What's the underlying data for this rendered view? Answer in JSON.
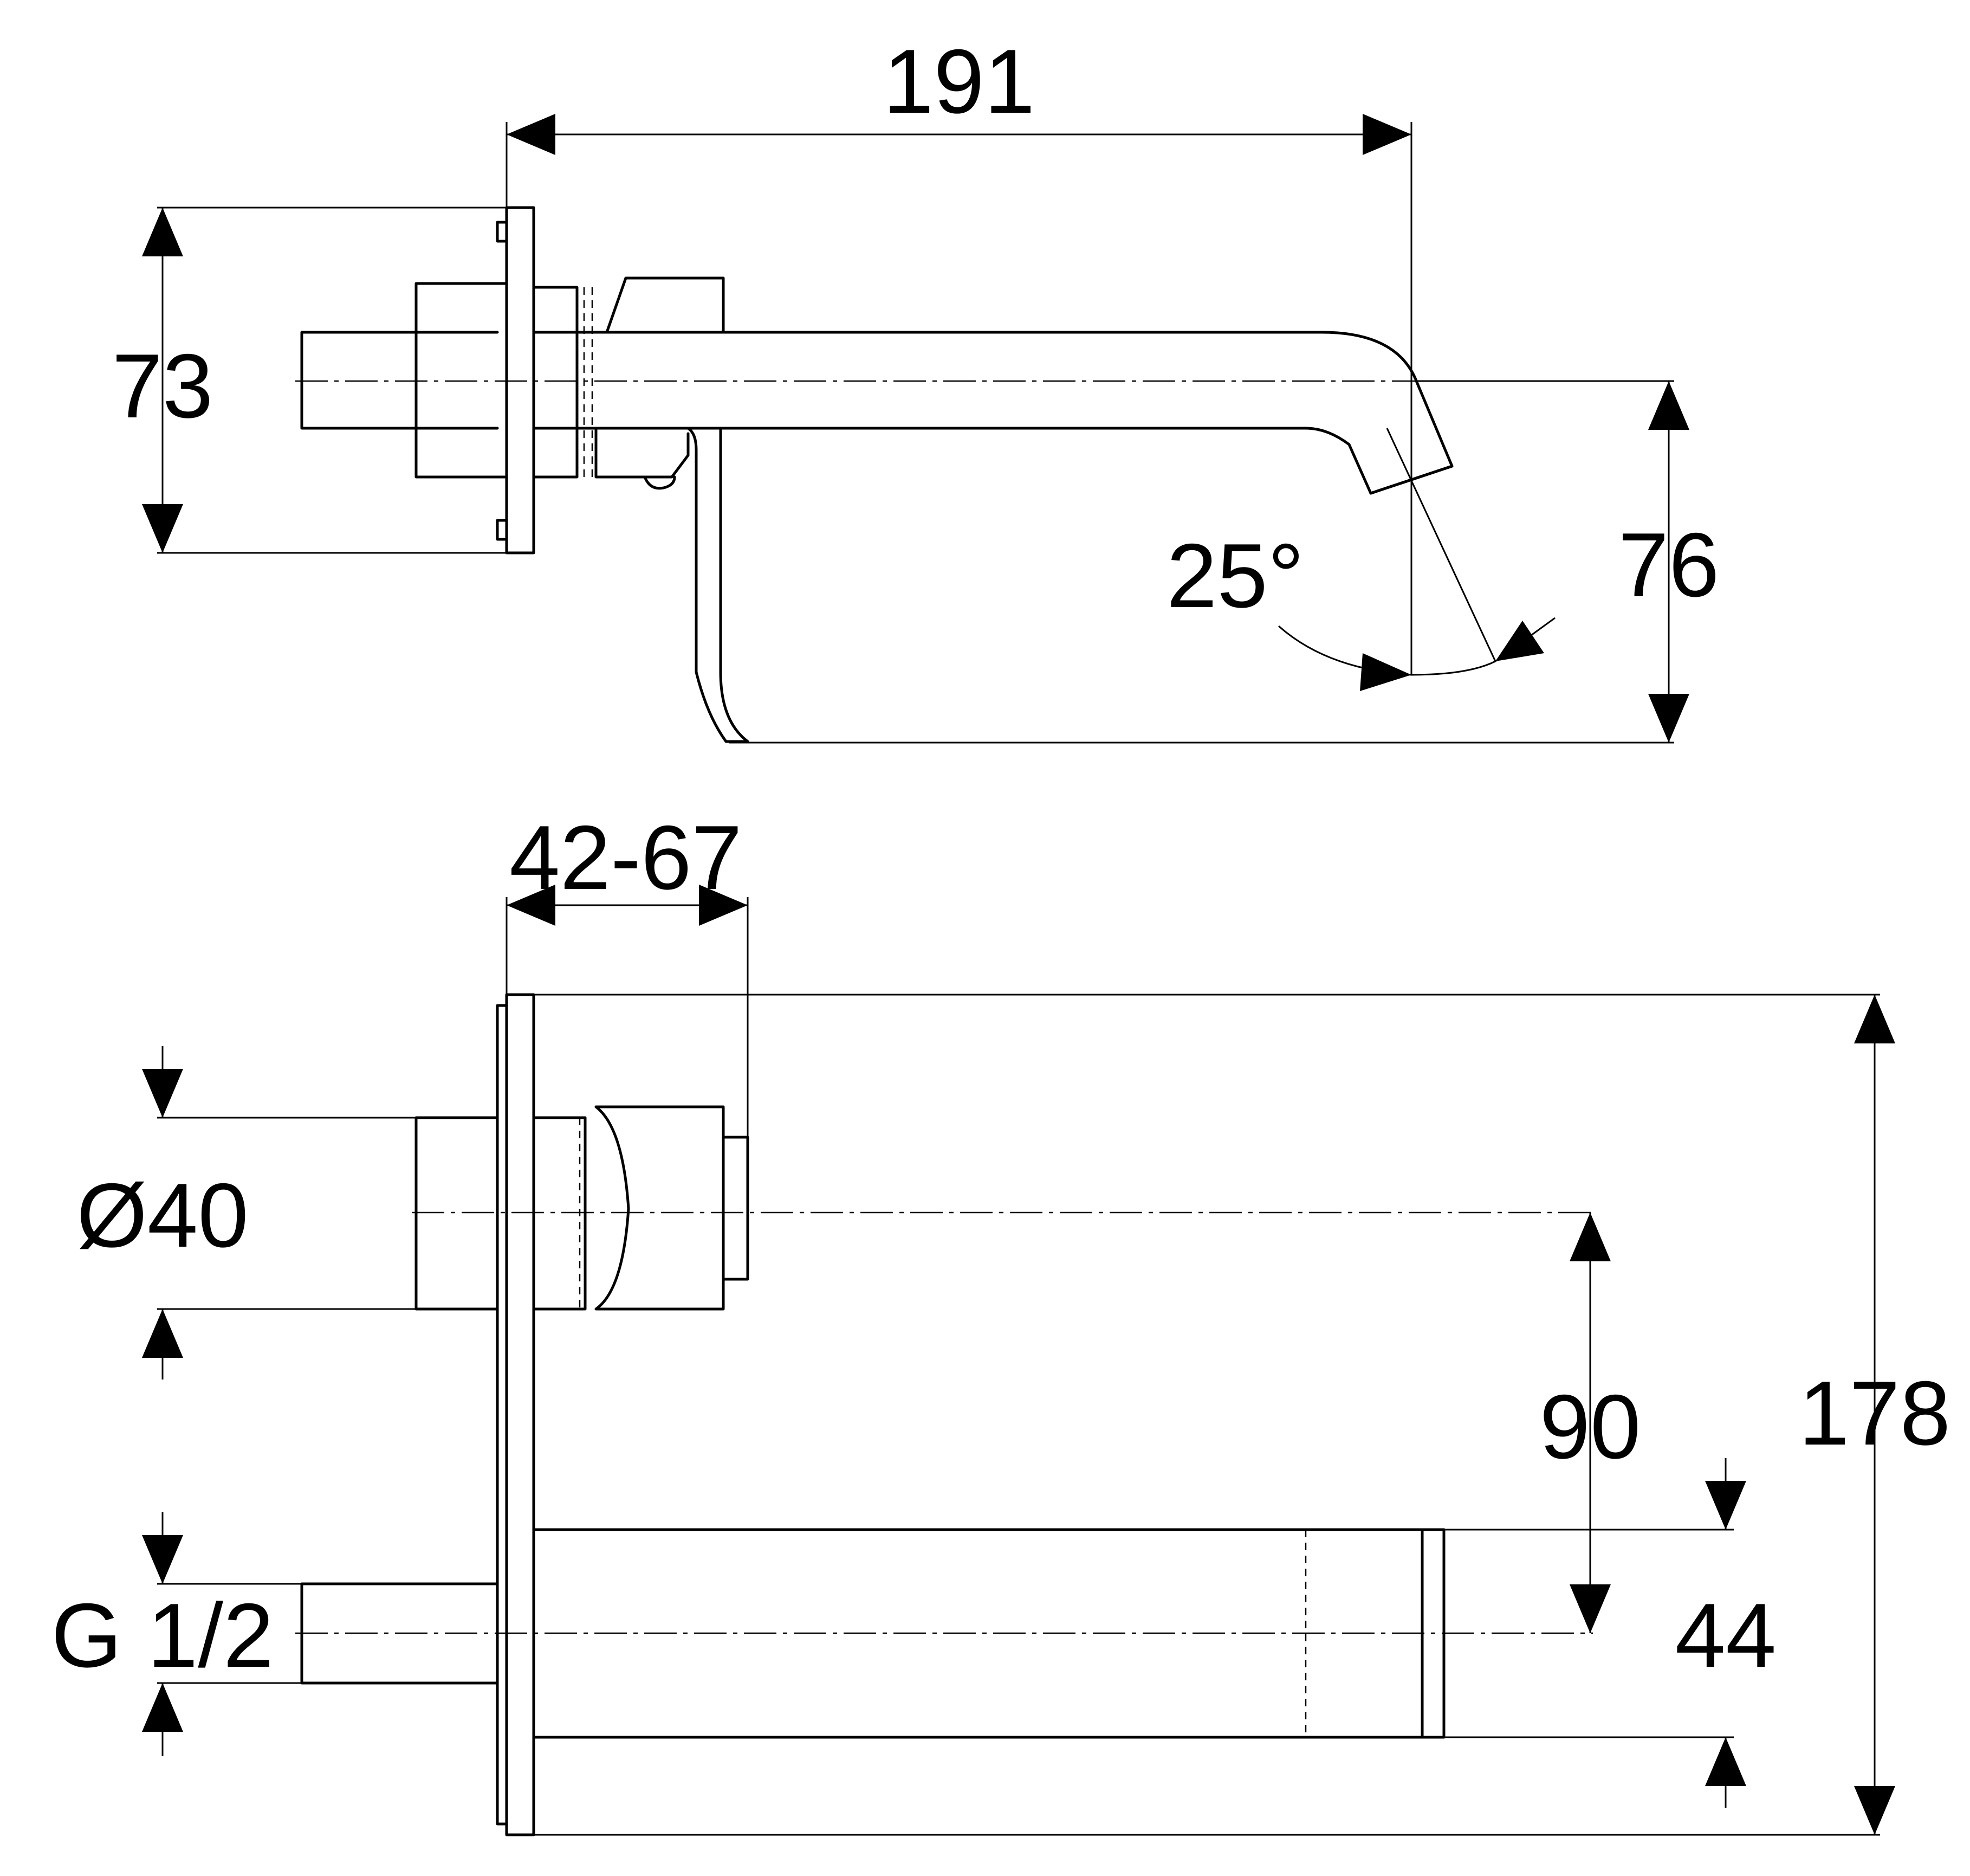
{
  "dimensions": {
    "spout_projection": "191",
    "rosette_height": "73",
    "spout_height": "76",
    "spout_angle": "25°",
    "installation_depth": "42-67",
    "cartridge_diameter": "Ø40",
    "axis_distance": "90",
    "plate_height": "178",
    "spout_outlet_height": "44",
    "connection_thread": "G 1/2"
  },
  "colors": {
    "ink": "#000000",
    "paper": "#ffffff"
  }
}
